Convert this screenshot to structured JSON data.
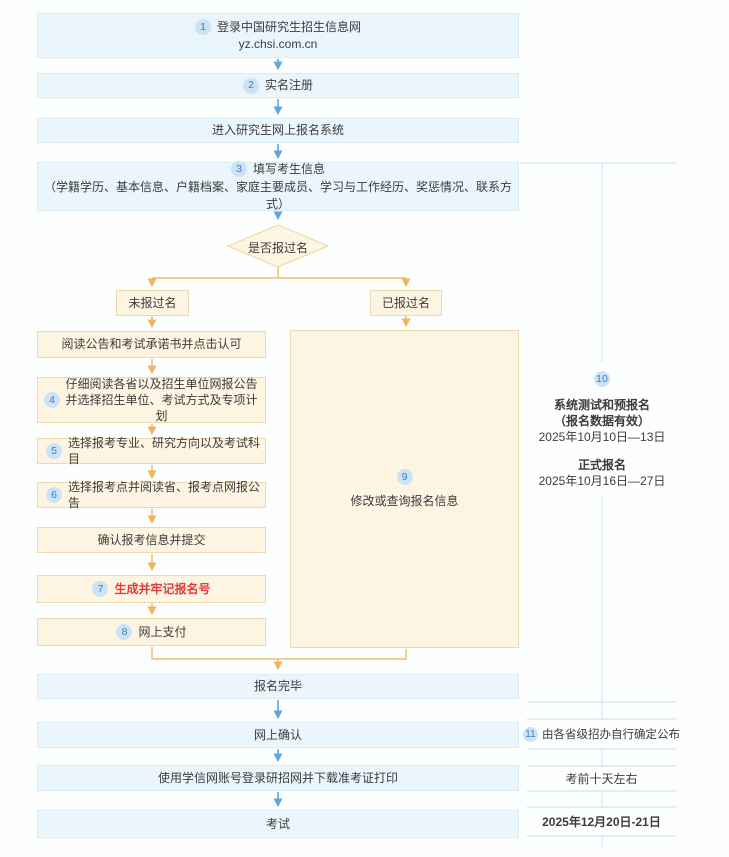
{
  "flow": {
    "steps_top": [
      {
        "badge": "1",
        "label": "登录中国研究生招生信息网",
        "sub": "yz.chsi.com.cn"
      },
      {
        "badge": "2",
        "label": "实名注册"
      },
      {
        "label": "进入研究生网上报名系统"
      },
      {
        "badge": "3",
        "label": "填写考生信息",
        "sub": "（学籍学历、基本信息、户籍档案、家庭主要成员、学习与工作经历、奖惩情况、联系方式）"
      }
    ],
    "decision": "是否报过名",
    "branch_left_label": "未报过名",
    "branch_right_label": "已报过名",
    "left_steps": [
      {
        "label": "阅读公告和考试承诺书并点击认可"
      },
      {
        "badge": "4",
        "line1": "仔细阅读各省以及招生单位网报公告",
        "line2": "并选择招生单位、考试方式及专项计划"
      },
      {
        "badge": "5",
        "label": "选择报考专业、研究方向以及考试科目"
      },
      {
        "badge": "6",
        "label": "选择报考点并阅读省、报考点网报公告"
      },
      {
        "label": "确认报考信息并提交"
      },
      {
        "badge": "7",
        "label": "生成并牢记报名号"
      },
      {
        "badge": "8",
        "label": "网上支付"
      }
    ],
    "right_step": {
      "badge": "9",
      "label": "修改或查询报名信息"
    },
    "steps_bottom": [
      {
        "label": "报名完毕"
      },
      {
        "label": "网上确认"
      },
      {
        "label": "使用学信网账号登录研招网并下载准考证打印"
      },
      {
        "label": "考试"
      }
    ]
  },
  "timeline": {
    "badge": "10",
    "phase1_title": "系统测试和预报名",
    "phase1_note": "（报名数据有效）",
    "phase1_dates": "2025年10月10日—13日",
    "phase2_title": "正式报名",
    "phase2_dates": "2025年10月16日—27日",
    "annotations": [
      {
        "badge": "11",
        "text": "由各省级招办自行确定公布"
      },
      {
        "text": "考前十天左右"
      },
      {
        "text": "2025年12月20日-21日"
      }
    ]
  },
  "colors": {
    "accent_blue_arrow": "#5ea7e0",
    "accent_orange_arrow": "#f3bc6d",
    "blue_box_fill": "#eaf5fc",
    "blue_box_border": "#d8ebf7",
    "cream_box_fill": "#fdf5e2",
    "cream_box_border": "#edd9ad",
    "badge_fill": "#cbe3f6",
    "badge_text": "#3d7ebf",
    "highlight_red": "#e23c3c",
    "timeline_line": "#cfe6f3"
  }
}
